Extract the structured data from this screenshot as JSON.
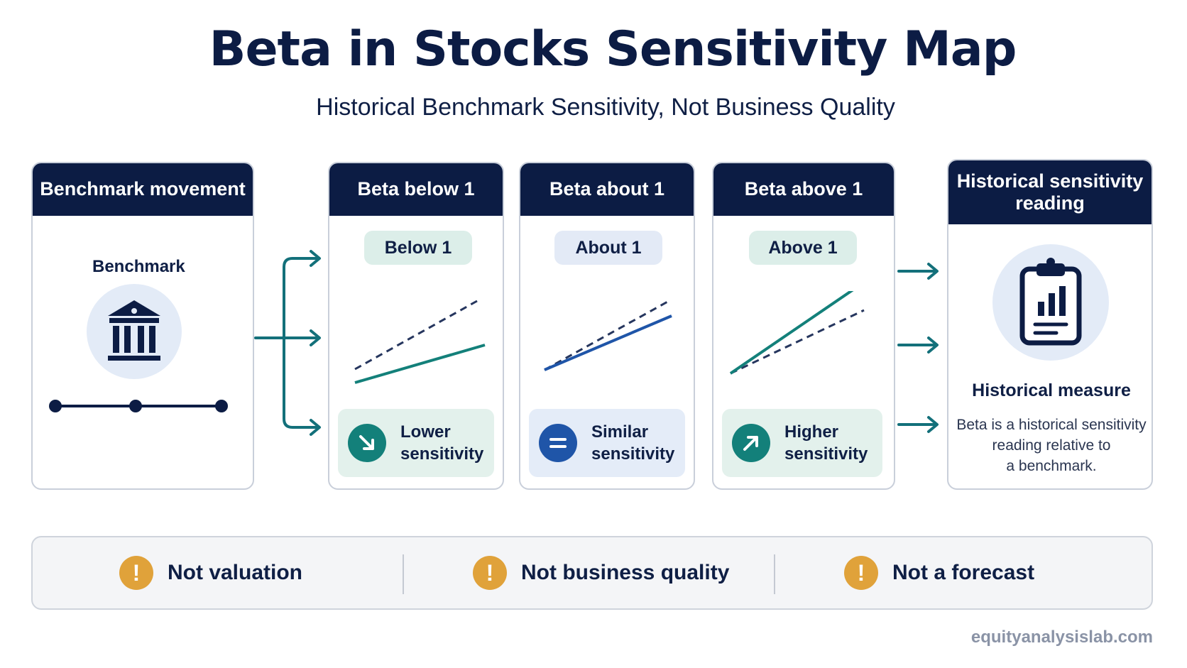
{
  "title": "Beta in Stocks Sensitivity Map",
  "subtitle": "Historical Benchmark Sensitivity, Not Business Quality",
  "benchmark": {
    "header": "Benchmark movement",
    "label": "Benchmark",
    "icon": "bank-building-icon"
  },
  "betas": [
    {
      "header": "Beta below 1",
      "pill": "Below 1",
      "pill_color": "#dceee9",
      "sensitivity": "Lower\nsensitivity",
      "box_color": "#e3f1ec",
      "icon_color": "#13807a",
      "icon": "arrow-down-right-icon"
    },
    {
      "header": "Beta about 1",
      "pill": "About 1",
      "pill_color": "#e3eaf6",
      "sensitivity": "Similar\nsensitivity",
      "box_color": "#e4ecf8",
      "icon_color": "#1f55a8",
      "icon": "equals-icon"
    },
    {
      "header": "Beta above 1",
      "pill": "Above 1",
      "pill_color": "#dceee9",
      "sensitivity": "Higher\nsensitivity",
      "box_color": "#e3f1ec",
      "icon_color": "#13807a",
      "icon": "arrow-up-right-icon"
    }
  ],
  "historical": {
    "header": "Historical sensitivity\nreading",
    "title": "Historical measure",
    "description": "Beta is a historical sensitivity\nreading relative to\na benchmark.",
    "icon": "clipboard-chart-icon"
  },
  "disclaimers": [
    {
      "label": "Not valuation",
      "icon": "warning-icon"
    },
    {
      "label": "Not business quality",
      "icon": "warning-icon"
    },
    {
      "label": "Not a forecast",
      "icon": "warning-icon"
    }
  ],
  "footer": "equityanalysislab.com",
  "colors": {
    "navy": "#0c1c44",
    "teal": "#13807a",
    "blue": "#1f55a8",
    "amber": "#e0a23a"
  }
}
